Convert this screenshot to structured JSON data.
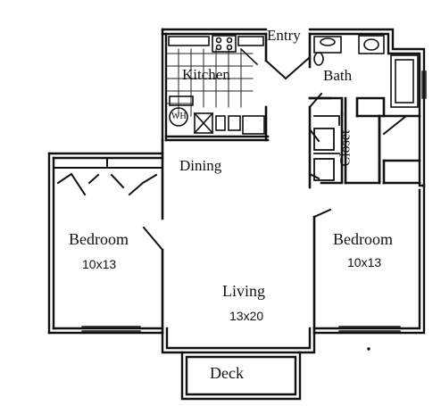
{
  "floorplan": {
    "rooms": {
      "kitchen": {
        "name": "Kitchen"
      },
      "entry": {
        "name": "Entry"
      },
      "bath": {
        "name": "Bath"
      },
      "closet": {
        "name": "Closet"
      },
      "dining": {
        "name": "Dining"
      },
      "bedroom_left": {
        "name": "Bedroom",
        "size": "10x13"
      },
      "bedroom_right": {
        "name": "Bedroom",
        "size": "10x13"
      },
      "living": {
        "name": "Living",
        "size": "13x20"
      },
      "deck": {
        "name": "Deck"
      }
    },
    "fixtures": {
      "water_heater": "WH"
    }
  }
}
